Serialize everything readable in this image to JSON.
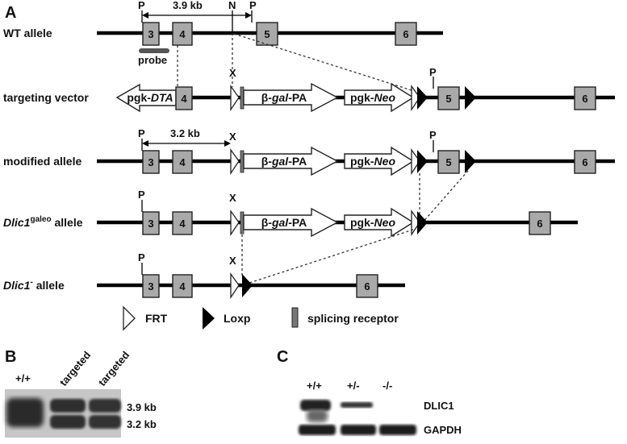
{
  "panels": {
    "a": "A",
    "b": "B",
    "c": "C"
  },
  "rows": {
    "wt": "WT allele",
    "tv": "targeting vector",
    "mod": "modified allele",
    "galeo_main": "Dlic1",
    "galeo_sup": "galeo",
    "galeo_rest": " allele",
    "null_main": "Dlic1",
    "null_sup": "-",
    "null_rest": " allele"
  },
  "exons": {
    "e3": "3",
    "e4": "4",
    "e5": "5",
    "e6": "6"
  },
  "sites": {
    "p": "P",
    "n": "N",
    "x": "X"
  },
  "distances": {
    "wt": "3.9 kb",
    "mod": "3.2 kb"
  },
  "probe": "probe",
  "cassettes": {
    "pgk_prefix": "pgk-",
    "dta": "DTA",
    "beta": "β-",
    "gal": "gal",
    "pa": "-PA",
    "neo": "Neo"
  },
  "legend": {
    "frt": "FRT",
    "loxp": "Loxp",
    "sr": "splicing receptor"
  },
  "blot_b": {
    "lanes": [
      "+/+",
      "targeted",
      "targeted"
    ],
    "bands": [
      "3.9 kb",
      "3.2 kb"
    ]
  },
  "blot_c": {
    "lanes": [
      "+/+",
      "+/-",
      "-/-"
    ],
    "bands": [
      "DLIC1",
      "GAPDH"
    ]
  }
}
